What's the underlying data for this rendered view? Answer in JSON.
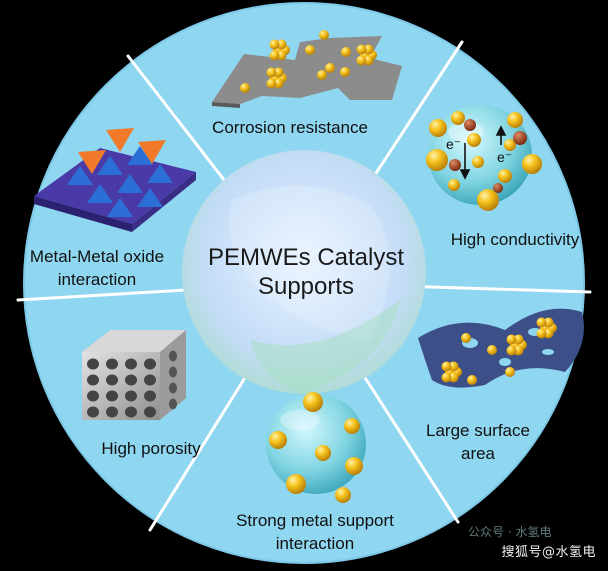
{
  "diagram": {
    "center_title": [
      "PEMWEs Catalyst",
      "Supports"
    ],
    "segments": [
      {
        "id": "corrosion",
        "lines": [
          "Corrosion resistance"
        ]
      },
      {
        "id": "conductivity",
        "lines": [
          "High conductivity"
        ]
      },
      {
        "id": "surface",
        "lines": [
          "Large surface",
          "area"
        ]
      },
      {
        "id": "smsi",
        "lines": [
          "Strong metal support",
          "interaction"
        ]
      },
      {
        "id": "porosity",
        "lines": [
          "High porosity"
        ]
      },
      {
        "id": "metal-oxide",
        "lines": [
          "Metal-Metal oxide",
          "interaction"
        ]
      }
    ],
    "electron_labels": [
      "e⁻",
      "e⁻"
    ],
    "colors": {
      "outer_ring": "#8fd6f0",
      "divider": "#ffffff",
      "center": "#cfe6fa",
      "particle": "#f3b51b"
    }
  },
  "watermark": {
    "main": "搜狐号@水氢电",
    "secondary": "公众号 · 水氢电"
  }
}
